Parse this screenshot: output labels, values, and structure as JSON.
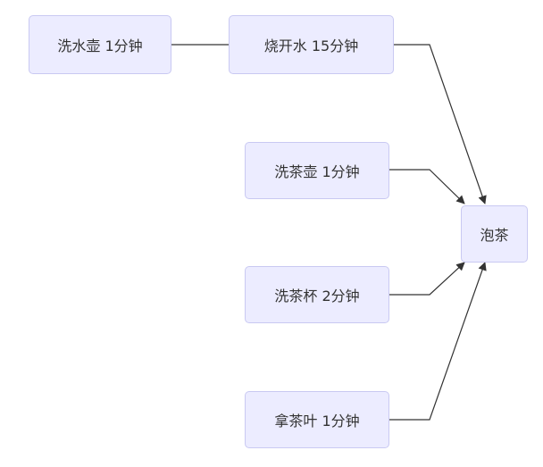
{
  "nodes": {
    "wash_kettle": "洗水壶  1分钟",
    "boil_water": "烧开水  15分钟",
    "wash_teapot": "洗茶壶  1分钟",
    "wash_cups": "洗茶杯  2分钟",
    "get_tea_leaves": "拿茶叶  1分钟",
    "make_tea": "泡茶"
  },
  "edges": [
    {
      "from": "wash_kettle",
      "to": "boil_water"
    },
    {
      "from": "boil_water",
      "to": "make_tea"
    },
    {
      "from": "wash_teapot",
      "to": "make_tea"
    },
    {
      "from": "wash_cups",
      "to": "make_tea"
    },
    {
      "from": "get_tea_leaves",
      "to": "make_tea"
    }
  ],
  "colors": {
    "node_fill": "#ECECFF",
    "node_border": "#C9C9F2",
    "text": "#333333",
    "edge": "#333333"
  }
}
